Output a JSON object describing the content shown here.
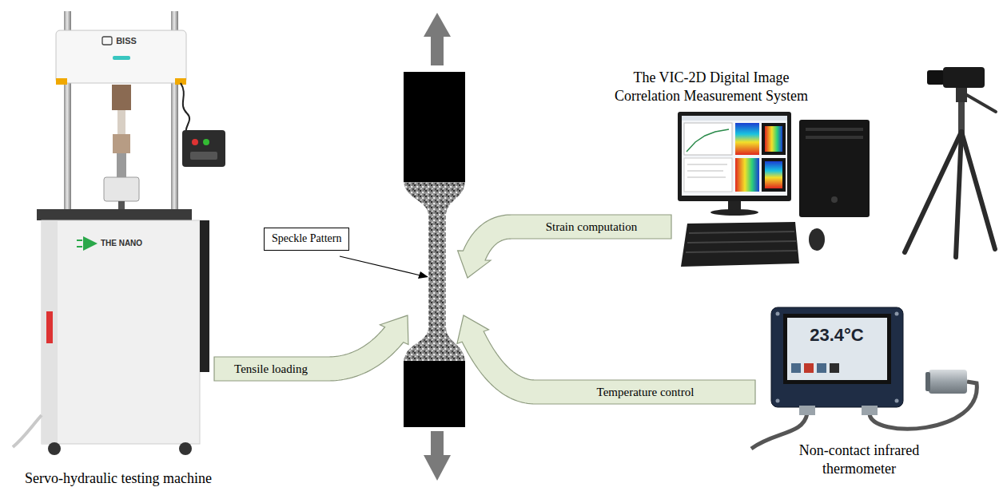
{
  "diagram": {
    "nodes": [
      {
        "text": [
          "Strain computation"
        ]
      },
      {
        "text": [
          "Speckle Pattern"
        ]
      },
      {
        "text": [
          "Tensile loading"
        ]
      },
      {
        "text": [
          "Temperature control"
        ]
      }
    ],
    "labels": [
      "BISS",
      "The VIC-2D Digital Image Correlation Measurement System",
      "THE NANO",
      "23.4°C",
      "Non-contact infrared thermometer",
      "Servo-hydraulic testing machine"
    ]
  }
}
